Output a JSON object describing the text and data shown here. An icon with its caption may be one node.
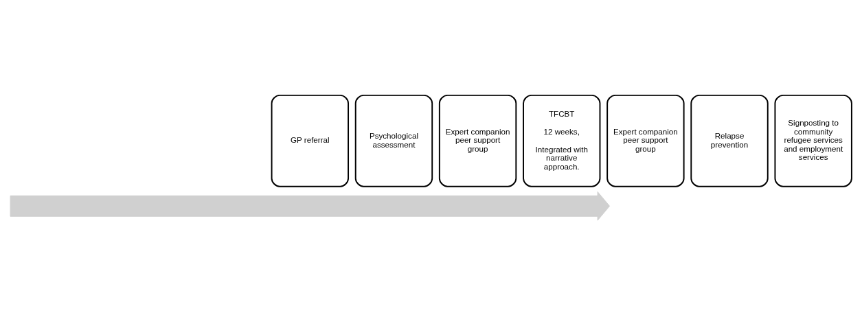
{
  "diagram": {
    "nodes": [
      {
        "text": [
          "GP referral"
        ]
      },
      {
        "text": [
          "Psychological assessment"
        ]
      },
      {
        "text": [
          "Expert companion peer support group"
        ]
      },
      {
        "text": [
          "TFCBT",
          "12 weeks,",
          "Integrated with narrative approach."
        ]
      },
      {
        "text": [
          "Expert companion peer support group"
        ]
      },
      {
        "text": [
          "Relapse prevention"
        ]
      },
      {
        "text": [
          "Signposting to community refugee services and employment services"
        ]
      },
      {
        "text": [],
        "shape": "arrow"
      }
    ],
    "edges": []
  }
}
